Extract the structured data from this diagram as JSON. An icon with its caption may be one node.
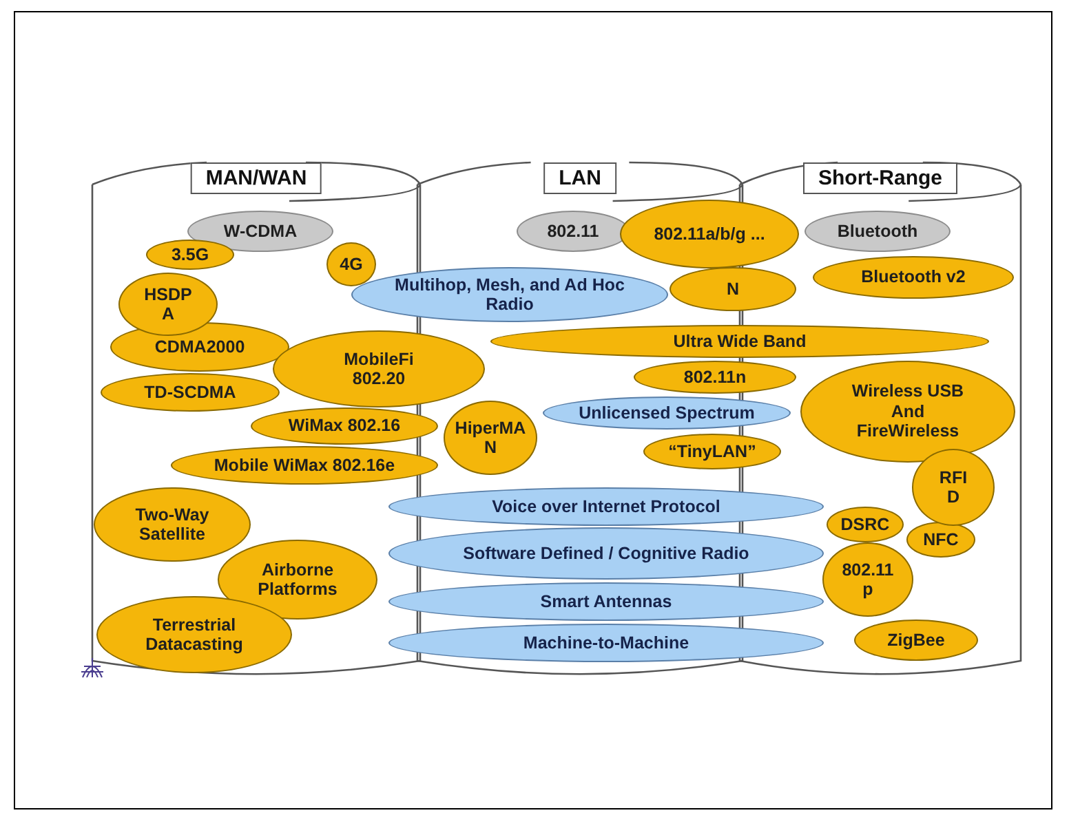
{
  "diagram": {
    "nodes": [
      {
        "text": [
          "MAN/WAN"
        ]
      },
      {
        "text": [
          "LAN"
        ]
      },
      {
        "text": [
          "Short-Range"
        ]
      },
      {
        "text": [
          "W-CDMA"
        ],
        "in": 0
      },
      {
        "text": [
          "802.11"
        ],
        "in": 1
      },
      {
        "text": [
          "802.11a/b/g ..."
        ]
      },
      {
        "text": [
          "Bluetooth"
        ],
        "in": 2
      },
      {
        "text": [
          "3.5G"
        ],
        "in": 0
      },
      {
        "text": [
          "4G"
        ],
        "in": 0
      },
      {
        "text": [
          "HSDP A"
        ],
        "in": 0
      },
      {
        "text": [
          "N"
        ]
      },
      {
        "text": [
          "Bluetooth v2"
        ],
        "in": 2
      },
      {
        "text": [
          "Multihop, Mesh, and Ad Hoc Radio"
        ]
      },
      {
        "text": [
          "CDMA2000"
        ],
        "in": 0
      },
      {
        "text": [
          "Ultra Wide Band"
        ]
      },
      {
        "text": [
          "MobileFi 802.20"
        ]
      },
      {
        "text": [
          "802.11n"
        ]
      },
      {
        "text": [
          "TD-SCDMA"
        ],
        "in": 0
      },
      {
        "text": [
          "Unlicensed Spectrum"
        ]
      },
      {
        "text": [
          "Wireless USB And FireWireless"
        ],
        "in": 2
      },
      {
        "text": [
          "WiMax 802.16"
        ]
      },
      {
        "text": [
          "HiperMA N"
        ],
        "in": 1
      },
      {
        "text": [
          "“TinyLAN”"
        ]
      },
      {
        "text": [
          "Mobile WiMax 802.16e"
        ]
      },
      {
        "text": [
          "Two-Way Satellite"
        ],
        "in": 0
      },
      {
        "text": [
          "RFI D"
        ],
        "in": 2
      },
      {
        "text": [
          "Voice over Internet Protocol"
        ]
      },
      {
        "text": [
          "DSRC"
        ],
        "in": 2
      },
      {
        "text": [
          "NFC"
        ],
        "in": 2
      },
      {
        "text": [
          "Airborne Platforms"
        ],
        "in": 0
      },
      {
        "text": [
          "Software Defined / Cognitive Radio"
        ]
      },
      {
        "text": [
          "802.11 p"
        ],
        "in": 2
      },
      {
        "text": [
          "Smart Antennas"
        ]
      },
      {
        "text": [
          "Terrestrial Datacasting"
        ],
        "in": 0
      },
      {
        "text": [
          "Machine-to-Machine"
        ]
      },
      {
        "text": [
          "ZigBee"
        ],
        "in": 2
      }
    ]
  }
}
